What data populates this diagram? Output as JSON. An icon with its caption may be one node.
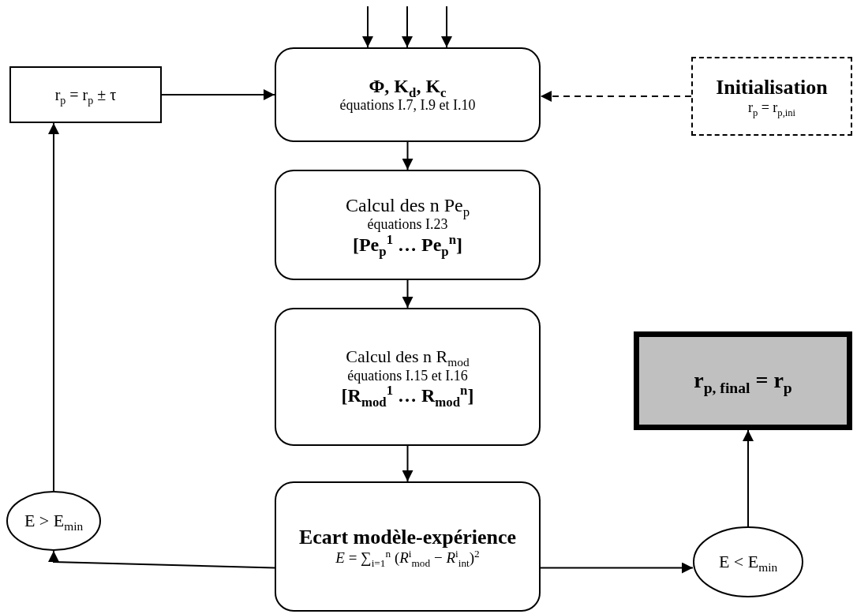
{
  "diagram": {
    "nodes": [
      {
        "text": [
          "r$_{p}$ = r$_{p}$  ± τ"
        ]
      },
      {
        "text": [
          "Φ, K$_{d}$, K$_{c}$",
          "équations I.7, I.9 et I.10"
        ]
      },
      {
        "text": [
          "Initialisation",
          "r$_{p}$ = r$_{p,ini}$"
        ]
      },
      {
        "text": [
          "Calcul des n Pe$_{p}$",
          "équations I.23",
          "[Pe$_{p}$$^{1}$ … Pe$_{p}$$^{n}$]"
        ]
      },
      {
        "text": [
          "Calcul des n R$_{mod}$",
          "équations I.15 et I.16",
          "[R$_{mod}$$^{1}$ … R$_{mod}$$^{n}$]"
        ]
      },
      {
        "text": [
          "Ecart modèle-expérience",
          "*E* = ∑$_{i=1}$$^{n}$ (*R*$^{i}$$_{mod}$ − *R*$^{i}$$_{int}$)$^{2}$"
        ]
      },
      {
        "text": [
          "E > E$_{min}$"
        ]
      },
      {
        "text": [
          "r$_{p, final}$ = r$_{p}$"
        ]
      },
      {
        "text": [
          "E < E$_{min}$"
        ]
      }
    ],
    "edges": [
      {
        "from": 0,
        "to": 1,
        "arrow": "to"
      },
      {
        "from": 2,
        "to": 1,
        "arrow": "to",
        "style": "dashed"
      },
      {
        "from": 1,
        "to": 3,
        "arrow": "to"
      },
      {
        "from": 3,
        "to": 4,
        "arrow": "to"
      },
      {
        "from": 4,
        "to": 5,
        "arrow": "to"
      },
      {
        "from": 5,
        "to": 6,
        "arrow": "to"
      },
      {
        "from": 6,
        "to": 0,
        "arrow": "to"
      },
      {
        "from": 5,
        "to": 8,
        "arrow": "to"
      },
      {
        "from": 8,
        "to": 7,
        "arrow": "to"
      },
      {
        "from": null,
        "to": 1,
        "arrow": "to"
      },
      {
        "from": null,
        "to": 1,
        "arrow": "to"
      },
      {
        "from": null,
        "to": 1,
        "arrow": "to"
      }
    ]
  }
}
